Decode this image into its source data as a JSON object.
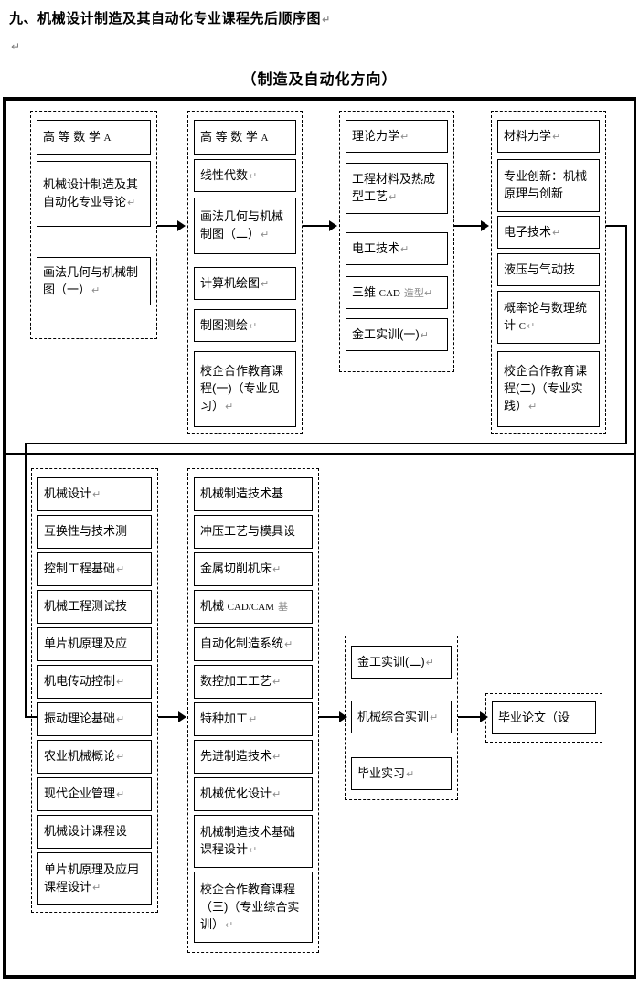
{
  "document": {
    "title": "九、机械设计制造及其自动化专业课程先后顺序图",
    "empty_paragraph_mark": "↵",
    "subtitle": "（制造及自动化方向）",
    "pilcrow": "↵"
  },
  "flowchart": {
    "type": "course-sequence-diagram",
    "rows": [
      {
        "name": "row-1",
        "columns": [
          {
            "name": "semester-1",
            "courses": [
              {
                "label": "高 等 数 学 ",
                "latin": "A",
                "suffix": ""
              },
              {
                "label": "机械设计制造及其自动化专业导论",
                "latin": "",
                "suffix": "↵"
              },
              {
                "label": "画法几何与机械制图（一）",
                "latin": "",
                "suffix": "↵"
              }
            ]
          },
          {
            "name": "semester-2",
            "courses": [
              {
                "label": "高 等 数 学 ",
                "latin": "A",
                "suffix": ""
              },
              {
                "label": "线性代数",
                "latin": "",
                "suffix": "↵"
              },
              {
                "label": "画法几何与机械制图（二）",
                "latin": "",
                "suffix": "↵"
              },
              {
                "label": "计算机绘图",
                "latin": "",
                "suffix": "↵"
              },
              {
                "label": "制图测绘",
                "latin": "",
                "suffix": "↵"
              },
              {
                "label": "校企合作教育课程(一)（专业见习）",
                "latin": "",
                "suffix": "↵"
              }
            ]
          },
          {
            "name": "semester-3",
            "courses": [
              {
                "label": "理论力学",
                "latin": "",
                "suffix": "↵"
              },
              {
                "label": "工程材料及热成型工艺",
                "latin": "",
                "suffix": "↵"
              },
              {
                "label": "电工技术",
                "latin": "",
                "suffix": "↵"
              },
              {
                "label": "三维 ",
                "latin": "CAD",
                "suffix": " 造型↵"
              },
              {
                "label": "金工实训(一)",
                "latin": "",
                "suffix": "↵"
              }
            ]
          },
          {
            "name": "semester-4",
            "courses": [
              {
                "label": "材料力学",
                "latin": "",
                "suffix": "↵"
              },
              {
                "label": "专业创新：机械原理与创新",
                "latin": "",
                "suffix": ""
              },
              {
                "label": "电子技术",
                "latin": "",
                "suffix": "↵"
              },
              {
                "label": "液压与气动技",
                "latin": "",
                "suffix": ""
              },
              {
                "label": "概率论与数理统计 ",
                "latin": "C",
                "suffix": "↵"
              },
              {
                "label": "校企合作教育课程(二)（专业实践）",
                "latin": "",
                "suffix": "↵"
              }
            ]
          }
        ]
      },
      {
        "name": "row-2",
        "columns": [
          {
            "name": "semester-5",
            "courses": [
              {
                "label": "机械设计",
                "latin": "",
                "suffix": "↵"
              },
              {
                "label": "互换性与技术测",
                "latin": "",
                "suffix": ""
              },
              {
                "label": "控制工程基础",
                "latin": "",
                "suffix": "↵"
              },
              {
                "label": "机械工程测试技",
                "latin": "",
                "suffix": ""
              },
              {
                "label": "单片机原理及应",
                "latin": "",
                "suffix": ""
              },
              {
                "label": "机电传动控制",
                "latin": "",
                "suffix": "↵"
              },
              {
                "label": "振动理论基础",
                "latin": "",
                "suffix": "↵"
              },
              {
                "label": "农业机械概论",
                "latin": "",
                "suffix": "↵"
              },
              {
                "label": "现代企业管理",
                "latin": "",
                "suffix": "↵"
              },
              {
                "label": "机械设计课程设",
                "latin": "",
                "suffix": ""
              },
              {
                "label": "单片机原理及应用课程设计",
                "latin": "",
                "suffix": "↵"
              }
            ]
          },
          {
            "name": "semester-6",
            "courses": [
              {
                "label": "机械制造技术基",
                "latin": "",
                "suffix": ""
              },
              {
                "label": "冲压工艺与模具设",
                "latin": "",
                "suffix": ""
              },
              {
                "label": "金属切削机床",
                "latin": "",
                "suffix": "↵"
              },
              {
                "label": "机械 ",
                "latin": "CAD/CAM",
                "suffix": " 基"
              },
              {
                "label": "自动化制造系统",
                "latin": "",
                "suffix": "↵"
              },
              {
                "label": "数控加工工艺",
                "latin": "",
                "suffix": "↵"
              },
              {
                "label": "特种加工",
                "latin": "",
                "suffix": "↵"
              },
              {
                "label": "先进制造技术",
                "latin": "",
                "suffix": "↵"
              },
              {
                "label": "机械优化设计",
                "latin": "",
                "suffix": "↵"
              },
              {
                "label": "机械制造技术基础课程设计",
                "latin": "",
                "suffix": "↵"
              },
              {
                "label": "校企合作教育课程（三)（专业综合实训）",
                "latin": "",
                "suffix": "↵"
              }
            ]
          },
          {
            "name": "semester-7",
            "courses": [
              {
                "label": "金工实训(二)",
                "latin": "",
                "suffix": "↵"
              },
              {
                "label": "机械综合实训",
                "latin": "",
                "suffix": "↵"
              },
              {
                "label": "毕业实习",
                "latin": "",
                "suffix": "↵"
              }
            ]
          },
          {
            "name": "semester-8",
            "courses": [
              {
                "label": "毕业论文（设",
                "latin": "",
                "suffix": ""
              }
            ]
          }
        ]
      }
    ]
  }
}
